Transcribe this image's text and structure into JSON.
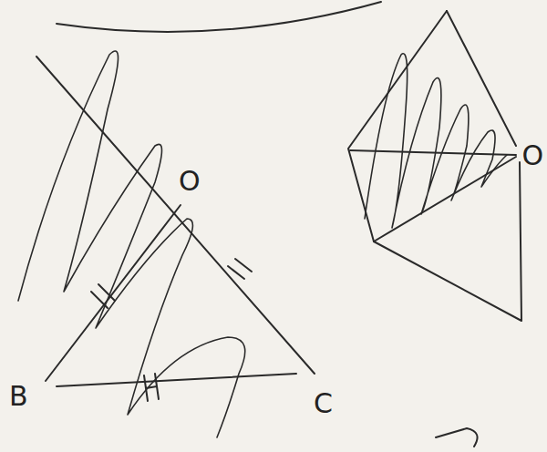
{
  "diagram": {
    "labels": [
      "O",
      "B",
      "C",
      "O"
    ]
  }
}
